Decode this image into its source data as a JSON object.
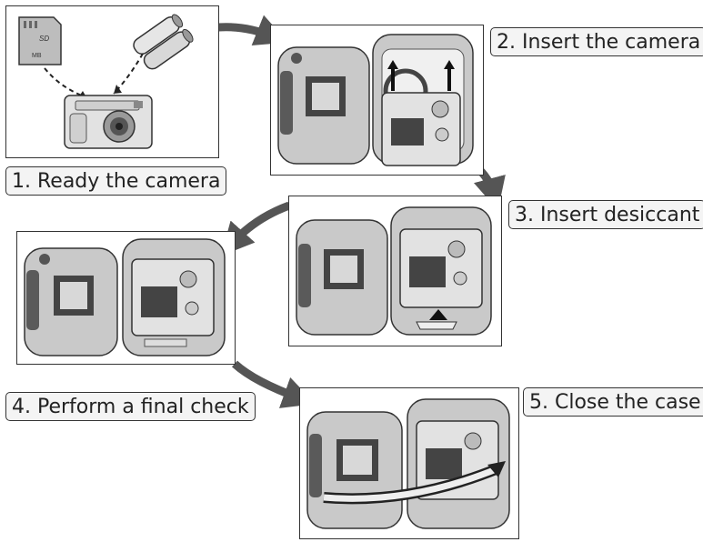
{
  "steps": [
    {
      "label": "1. Ready the camera"
    },
    {
      "label": "2. Insert the camera"
    },
    {
      "label": "3. Insert desiccant"
    },
    {
      "label": "4. Perform a final check"
    },
    {
      "label": "5. Close the case"
    }
  ],
  "card_text": {
    "brand": "SD",
    "capacity": "MB"
  },
  "colors": {
    "arrow": "#555555",
    "case": "#c9c9c9",
    "case_dark": "#5a5a5a",
    "camera": "#e2e2e2"
  },
  "icons": [
    "sd-card-icon",
    "battery-icon",
    "camera-icon",
    "housing-icon",
    "flow-arrow-icon"
  ]
}
